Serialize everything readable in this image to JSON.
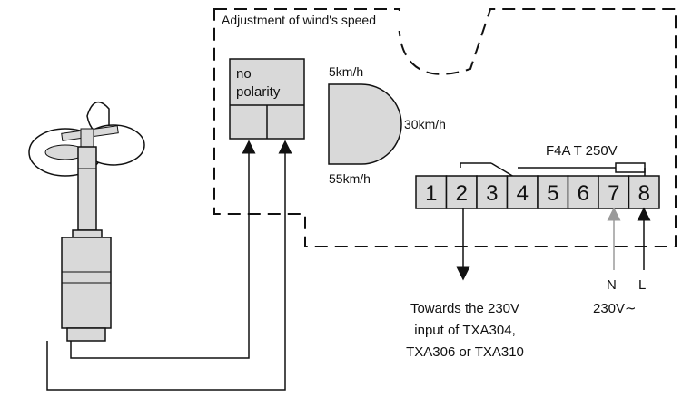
{
  "box_title": "Adjustment of wind's speed",
  "connector": {
    "line1": "no",
    "line2": "polarity"
  },
  "dial": {
    "label_top": "5km/h",
    "label_right": "30km/h",
    "label_bottom": "55km/h"
  },
  "fuse_label": "F4A T 250V",
  "terminals": [
    "1",
    "2",
    "3",
    "4",
    "5",
    "6",
    "7",
    "8"
  ],
  "neutral_label": "N",
  "live_label": "L",
  "supply_label": "230V∼",
  "output_note": {
    "line1": "Towards the 230V",
    "line2": "input of TXA304,",
    "line3": "TXA306 or TXA310"
  },
  "colors": {
    "fill_grey": "#d9d9d9",
    "line": "#111111",
    "neutral_wire": "#9a9a9a"
  }
}
